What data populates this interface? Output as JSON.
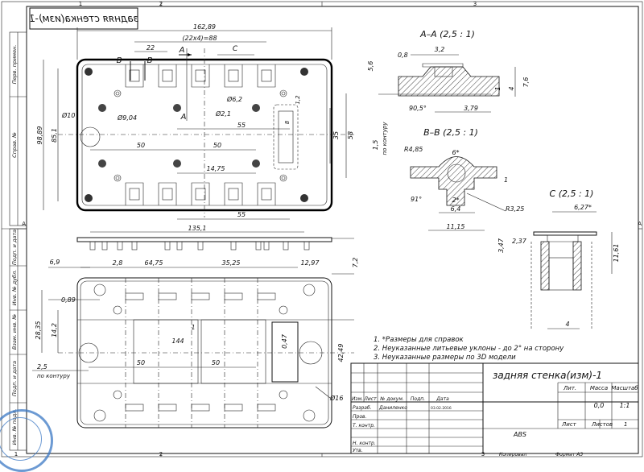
{
  "frame": {
    "zones_top": [
      "1",
      "2",
      "3"
    ],
    "zones_bottom": [
      "1",
      "2",
      "3"
    ],
    "zone_left_a": "A",
    "zone_right_a": "A"
  },
  "side_labels": {
    "perv_primen": "Перв. примен.",
    "sprav": "Справ. №",
    "podp_data_1": "Подп. и дата",
    "inv_dubl": "Инв. № дубл.",
    "vzam_inv": "Взам. инв. №",
    "podp_data_2": "Подп. и дата",
    "inv_podl": "Инв. № подл."
  },
  "mirrored_title": "задняя стенка(изм)-1",
  "top_view": {
    "overall_width": "162,89",
    "pitch": "(22x4)=88",
    "d22": "22",
    "label_c": "C",
    "label_a1": "A",
    "label_a2": "A",
    "label_b1": "B",
    "label_b2": "B",
    "d62": "Ø6,2",
    "d21": "Ø2,1",
    "d904": "Ø9,04",
    "d10": "Ø10",
    "h9889": "98,89",
    "h851": "85,1",
    "w50a": "50",
    "w50b": "50",
    "w55a": "55",
    "w1475": "14,75",
    "h35": "35",
    "h58": "58",
    "d12": "1,2",
    "d8": "8",
    "w55b": "55",
    "w1351": "135,1"
  },
  "front_view": {
    "h72": "7,2"
  },
  "bottom_view": {
    "d69": "6,9",
    "d28": "2,8",
    "d6475": "64,75",
    "d3525": "35,25",
    "d1297": "12,97",
    "d089": "0,89",
    "d2835": "28,35",
    "d142": "14,2",
    "d1": "1",
    "d144": "144",
    "d047": "0,47",
    "d4249": "42,49",
    "d25": "2,5",
    "po_konturu": "по контуру",
    "w50a": "50",
    "w50b": "50",
    "d16": "Ø16"
  },
  "section_aa": {
    "title": "A–A (2,5 : 1)",
    "d32": "3,2",
    "d08": "0,8",
    "d56": "5,6",
    "d76": "7,6",
    "d4": "4",
    "d1": "1",
    "angle": "90,5°",
    "d379": "3,79",
    "d15": "1,5",
    "po_konturu": "по контуру"
  },
  "section_bb": {
    "title": "B–B (2,5 : 1)",
    "r485": "R4,85",
    "a6": "6*",
    "d1": "1",
    "a91": "91°",
    "a2": "2*",
    "d64": "6,4",
    "r325": "R3,25",
    "d1115": "11,15"
  },
  "detail_c": {
    "title": "C (2,5 : 1)",
    "a627": "6,27*",
    "d237": "2,37",
    "d347": "3,47",
    "d1161": "11,61",
    "d4": "4"
  },
  "notes": [
    "1. *Размеры для справок",
    "2. Неуказанные литьевые уклоны - до 2° на сторону",
    "3. Неуказанные размеры по 3D модели"
  ],
  "title_block": {
    "name": "задняя стенка(изм)-1",
    "material": "ABS",
    "lit": "Лит.",
    "massa": "Масса",
    "masshtab": "Масштаб",
    "mass_val": "0,0",
    "scale_val": "1:1",
    "list_label": "Лист",
    "listov_label": "Листов",
    "listov_val": "1",
    "row_headers": [
      "Изм.",
      "Лист",
      "№ докум.",
      "Подп.",
      "Дата"
    ],
    "roles": [
      "Разраб.",
      "Пров.",
      "Т. контр.",
      "",
      "Н. контр.",
      "Утв."
    ],
    "developer": "Даниленко",
    "date": "03.02.2016",
    "kopiroval": "Копировал",
    "format": "Формат А3"
  }
}
